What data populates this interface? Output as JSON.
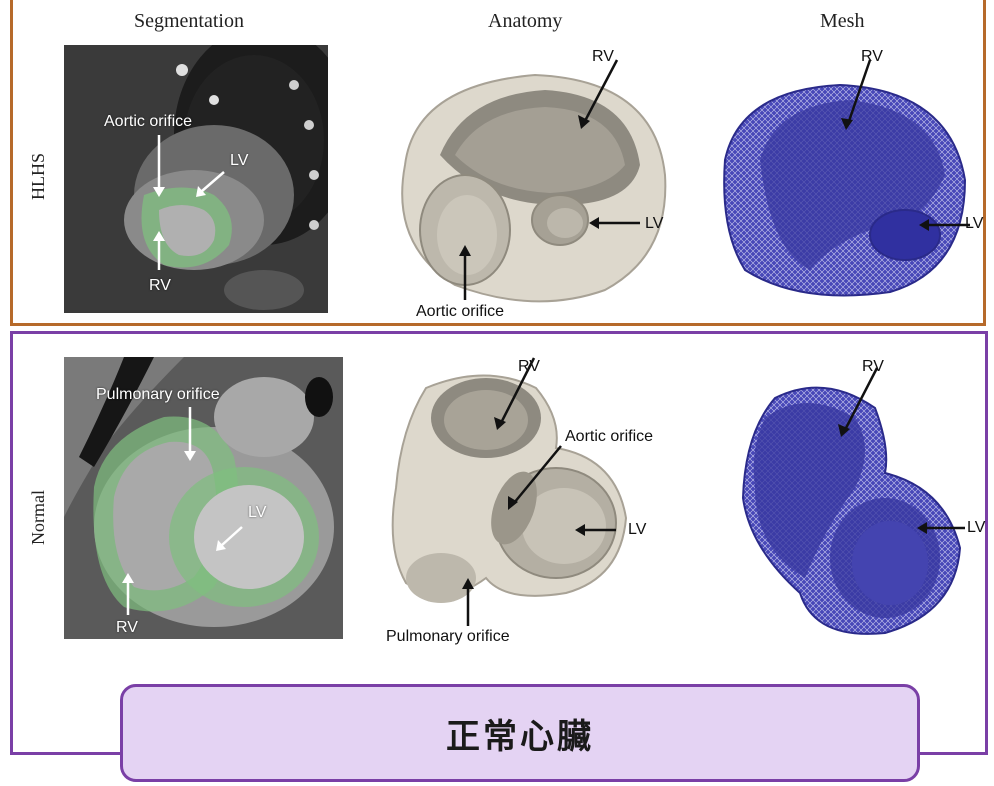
{
  "columns": {
    "segmentation": "Segmentation",
    "anatomy": "Anatomy",
    "mesh": "Mesh"
  },
  "rows": {
    "hlhs": {
      "label": "HLHS",
      "segmentation": {
        "aortic_orifice": "Aortic orifice",
        "lv": "LV",
        "rv": "RV"
      },
      "anatomy": {
        "rv": "RV",
        "lv": "LV",
        "aortic_orifice": "Aortic orifice"
      },
      "mesh": {
        "rv": "RV",
        "lv": "LV"
      }
    },
    "normal": {
      "label": "Normal",
      "segmentation": {
        "pulmonary_orifice": "Pulmonary orifice",
        "lv": "LV",
        "rv": "RV"
      },
      "anatomy": {
        "rv": "RV",
        "aortic_orifice": "Aortic orifice",
        "lv": "LV",
        "pulmonary_orifice": "Pulmonary orifice"
      },
      "mesh": {
        "rv": "RV",
        "lv": "LV"
      }
    }
  },
  "banner": {
    "text": "正常心臟"
  },
  "colors": {
    "hlhs_frame": "#b66a2a",
    "normal_frame": "#7a3fa6",
    "banner_fill": "#e4d3f3",
    "mesh_color": "#3a3aa8",
    "segmentation_overlay": "#7fbf7f"
  }
}
